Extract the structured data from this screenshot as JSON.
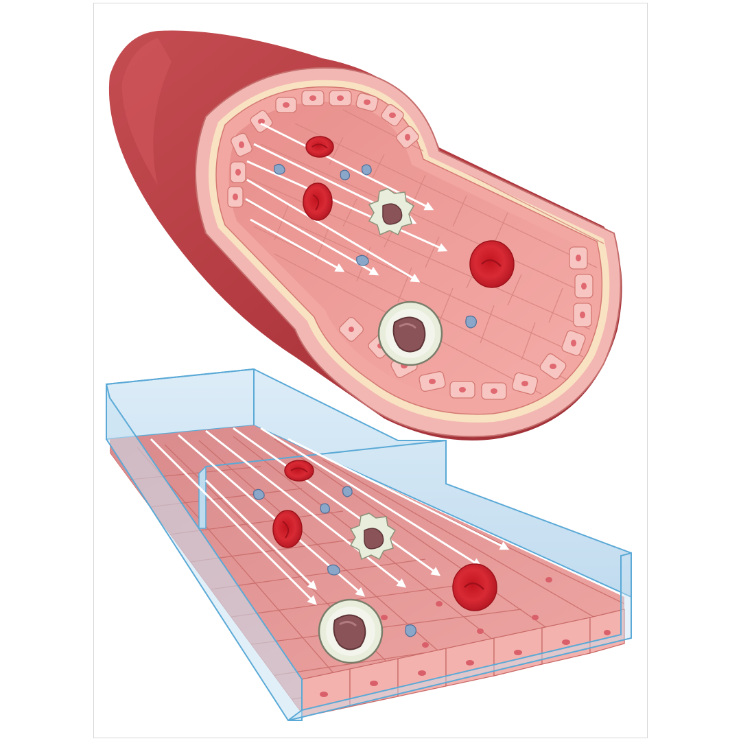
{
  "figure": {
    "kind": "illustration",
    "panels": [
      {
        "name": "blood-vessel-cross-section"
      },
      {
        "name": "microfluidic-channel"
      }
    ],
    "colors": {
      "vessel_outer": "#b8444a",
      "vessel_outer_light": "#d0575c",
      "vessel_wall": "#f2b2b0",
      "basement_layer": "#f8e2c2",
      "endothelium": "#f2a7a2",
      "endothelium_dark": "#d47872",
      "cell_nucleus": "#d9606a",
      "red_blood_cell": "#d6232e",
      "white_blood_cell": "#e8eddc",
      "white_cell_nucleus": "#8a5358",
      "platelet": "#8aa6c8",
      "channel_glass": "#bfdcef",
      "channel_edge": "#5aa9d6",
      "flow_arrow": "#ffffff"
    },
    "text": []
  }
}
